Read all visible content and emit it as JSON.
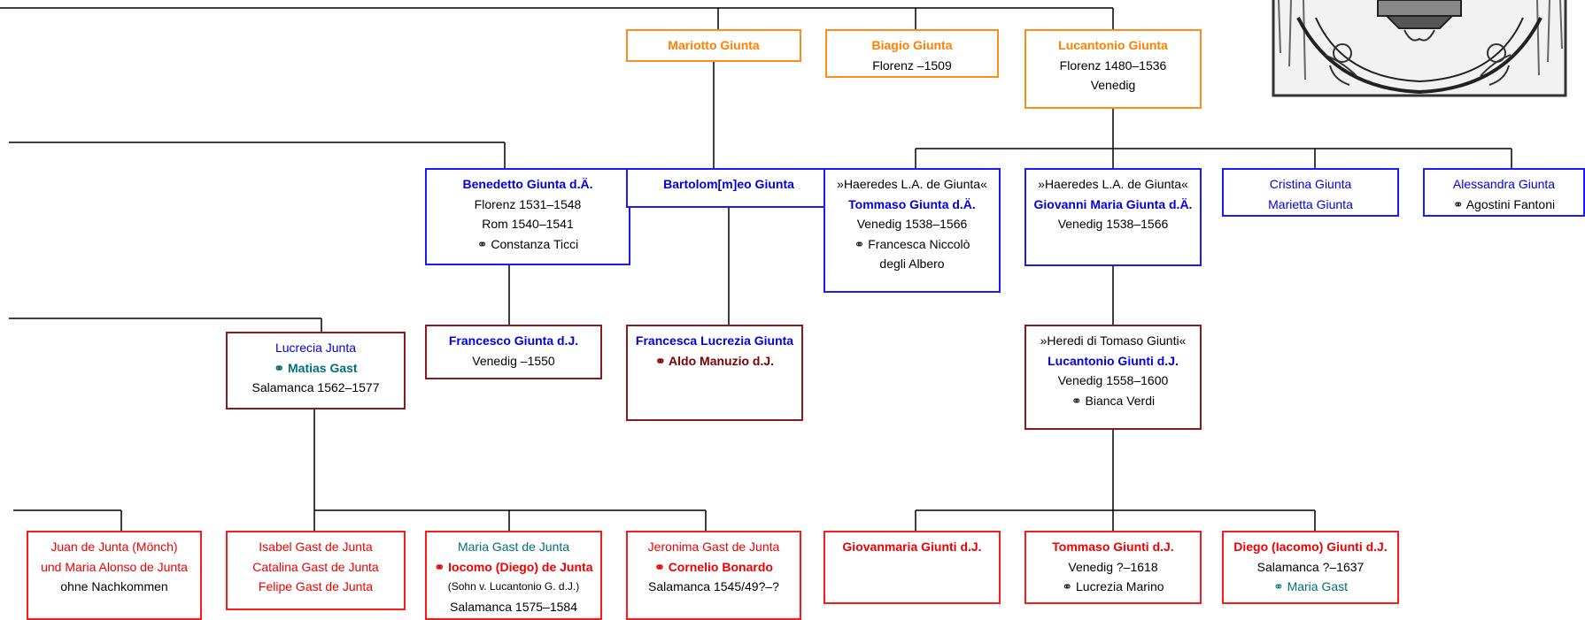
{
  "colors": {
    "orange": "#ff7f00",
    "blue": "#0000dd",
    "teal": "#006f7a",
    "maroon": "#7a0000",
    "red": "#ee0000",
    "line": "#000000"
  },
  "nodes": {
    "mariotto": {
      "lines": [
        {
          "text": "Mariotto Giunta",
          "color": "orange",
          "bold": true
        }
      ]
    },
    "biagio": {
      "lines": [
        {
          "text": "Biagio Giunta",
          "color": "orange",
          "bold": true
        },
        {
          "text": "Florenz –1509",
          "color": "black"
        }
      ]
    },
    "lucantonio": {
      "lines": [
        {
          "text": "Lucantonio Giunta",
          "color": "orange",
          "bold": true
        },
        {
          "text": "Florenz 1480–1536",
          "color": "black"
        },
        {
          "text": "Venedig",
          "color": "black"
        }
      ]
    },
    "benedetto": {
      "lines": [
        {
          "text": "Benedetto Giunta d.Ä.",
          "color": "blue",
          "bold": true
        },
        {
          "text": "Florenz 1531–1548",
          "color": "black"
        },
        {
          "text": "Rom 1540–1541",
          "color": "black"
        },
        {
          "text": "⚭ Constanza Ticci",
          "color": "black"
        }
      ]
    },
    "bartolomeo": {
      "lines": [
        {
          "text": "Bartolom[m]eo Giunta",
          "color": "blue",
          "bold": true
        }
      ]
    },
    "tommaso_da": {
      "lines": [
        {
          "text": "»Haeredes L.A. de Giunta«",
          "color": "black"
        },
        {
          "text": "Tommaso Giunta d.Ä.",
          "color": "blue",
          "bold": true
        },
        {
          "text": "Venedig 1538–1566",
          "color": "black"
        },
        {
          "text": "⚭ Francesca Niccolò",
          "color": "black"
        },
        {
          "text": "degli Albero",
          "color": "black"
        }
      ]
    },
    "giovanni_maria": {
      "lines": [
        {
          "text": "»Haeredes L.A. de Giunta«",
          "color": "black"
        },
        {
          "text": "Giovanni Maria Giunta d.Ä.",
          "color": "blue",
          "bold": true
        },
        {
          "text": "Venedig 1538–1566",
          "color": "black"
        }
      ]
    },
    "cristina": {
      "lines": [
        {
          "text": "Cristina Giunta",
          "color": "blue"
        },
        {
          "text": "Marietta Giunta",
          "color": "blue"
        }
      ]
    },
    "alessandra": {
      "lines": [
        {
          "text": "Alessandra Giunta",
          "color": "blue"
        },
        {
          "text": "⚭ Agostini Fantoni",
          "color": "black"
        }
      ]
    },
    "lucrecia": {
      "lines": [
        {
          "text": "Lucrecia Junta",
          "color": "blue"
        },
        {
          "text": "⚭ Matias Gast",
          "color": "teal",
          "bold": true
        },
        {
          "text": "Salamanca 1562–1577",
          "color": "black"
        }
      ]
    },
    "francesco": {
      "lines": [
        {
          "text": "Francesco Giunta d.J.",
          "color": "blue",
          "bold": true
        },
        {
          "text": "Venedig –1550",
          "color": "black"
        }
      ]
    },
    "francesca": {
      "lines": [
        {
          "text": "Francesca Lucrezia Giunta",
          "color": "blue",
          "bold": true
        },
        {
          "text": "⚭ Aldo Manuzio d.J.",
          "color": "maroon",
          "bold": true
        }
      ]
    },
    "heredi": {
      "lines": [
        {
          "text": "»Heredi di Tomaso Giunti«",
          "color": "black"
        },
        {
          "text": "Lucantonio Giunti d.J.",
          "color": "blue",
          "bold": true
        },
        {
          "text": "Venedig 1558–1600",
          "color": "black"
        },
        {
          "text": "⚭ Bianca Verdi",
          "color": "black"
        }
      ]
    },
    "juan": {
      "lines": [
        {
          "text": "Juan de Junta (Mönch)",
          "color": "red"
        },
        {
          "text": "und Maria Alonso de Junta",
          "color": "red"
        },
        {
          "text": "ohne Nachkommen",
          "color": "black"
        }
      ]
    },
    "isabel": {
      "lines": [
        {
          "text": "Isabel Gast de Junta",
          "color": "red"
        },
        {
          "text": "Catalina Gast de Junta",
          "color": "red"
        },
        {
          "text": "Felipe Gast de Junta",
          "color": "red"
        }
      ]
    },
    "maria_gast": {
      "lines": [
        {
          "text": "Maria Gast de Junta",
          "color": "teal"
        },
        {
          "text": "⚭ Iocomo (Diego) de Junta",
          "color": "red",
          "bold": true
        },
        {
          "text": "(Sohn v. Lucantonio G. d.J.)",
          "color": "black",
          "small": true
        },
        {
          "text": "Salamanca 1575–1584",
          "color": "black"
        }
      ]
    },
    "jeronima": {
      "lines": [
        {
          "text": "Jeronima Gast de Junta",
          "color": "red"
        },
        {
          "text": "⚭ Cornelio Bonardo",
          "color": "red",
          "bold": true
        },
        {
          "text": "Salamanca 1545/49?–?",
          "color": "black"
        }
      ]
    },
    "giovanmaria_dj": {
      "lines": [
        {
          "text": "Giovanmaria Giunti d.J.",
          "color": "red",
          "bold": true
        }
      ]
    },
    "tommaso_dj": {
      "lines": [
        {
          "text": "Tommaso Giunti d.J.",
          "color": "red",
          "bold": true
        },
        {
          "text": "Venedig ?–1618",
          "color": "black"
        },
        {
          "text": "⚭ Lucrezia Marino",
          "color": "black"
        }
      ]
    },
    "diego": {
      "lines": [
        {
          "text": "Diego (Iacomo) Giunti d.J.",
          "color": "red",
          "bold": true
        },
        {
          "text": "Salamanca ?–1637",
          "color": "black"
        },
        {
          "text": "⚭ Maria Gast",
          "color": "teal"
        }
      ]
    }
  }
}
